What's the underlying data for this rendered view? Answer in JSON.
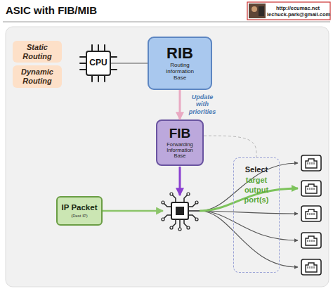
{
  "diagram": {
    "title": "ASIC with FIB/MIB",
    "nodes": [
      {
        "text": [
          "Static Routing"
        ]
      },
      {
        "text": [
          "Dynamic Routing"
        ]
      },
      {
        "text": [
          "CPU"
        ]
      },
      {
        "text": [
          "RIB",
          "Routing Information Base"
        ]
      },
      {
        "text": [
          "FIB",
          "Forwarding Information Base"
        ]
      },
      {
        "text": [
          "Select",
          "target output port(s)"
        ]
      },
      {
        "text": [
          "IP Packet",
          "(Dest IP)"
        ]
      }
    ],
    "edges": [
      {
        "from": 2,
        "to": 3,
        "arrow": "none"
      },
      {
        "from": 3,
        "to": 4,
        "label": "Update with priorities",
        "arrow": "to"
      },
      {
        "from": 4,
        "to": 5,
        "arrow": "none"
      }
    ],
    "labels": [
      "http://ecumac.net",
      "lechuck.park@gmail.com"
    ]
  }
}
